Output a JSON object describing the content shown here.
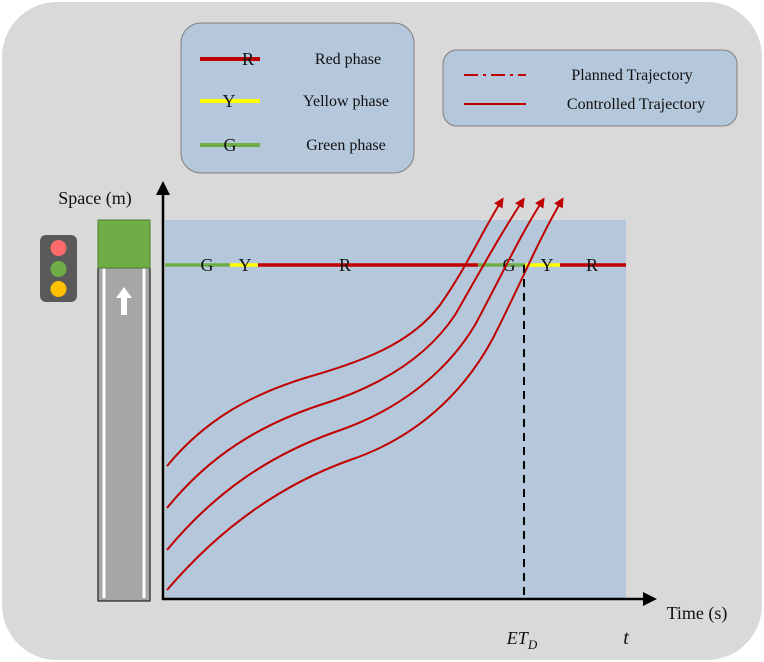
{
  "legend_phases": {
    "items": [
      {
        "letter": "R",
        "label": "Red phase",
        "color": "#c00000"
      },
      {
        "letter": "Y",
        "label": "Yellow phase",
        "color": "#ffff00"
      },
      {
        "letter": "G",
        "label": "Green phase",
        "color": "#70ad47"
      }
    ]
  },
  "legend_trajectories": {
    "items": [
      {
        "label": "Planned Trajectory",
        "style": "dash-dot",
        "color": "#c00000"
      },
      {
        "label": "Controlled Trajectory",
        "style": "solid",
        "color": "#c00000"
      }
    ]
  },
  "axes": {
    "y_label": "Space (m)",
    "x_label": "Time (s)",
    "x_var": "t",
    "marker_label_main": "ET",
    "marker_label_sub": "D"
  },
  "signal_bar": {
    "letters": [
      "G",
      "Y",
      "R",
      "G",
      "Y",
      "R"
    ]
  },
  "colors": {
    "background_panel": "#d9d9d9",
    "plot_area": "#b4c7db",
    "legend_box": "#b4c7db",
    "trajectory": "#c00000",
    "road": "#a6a6a6",
    "stop_block": "#70ad47",
    "traffic_light_body": "#595959",
    "light_red": "#ff6b6b",
    "light_green": "#70ad47",
    "light_yellow": "#ffc000"
  }
}
